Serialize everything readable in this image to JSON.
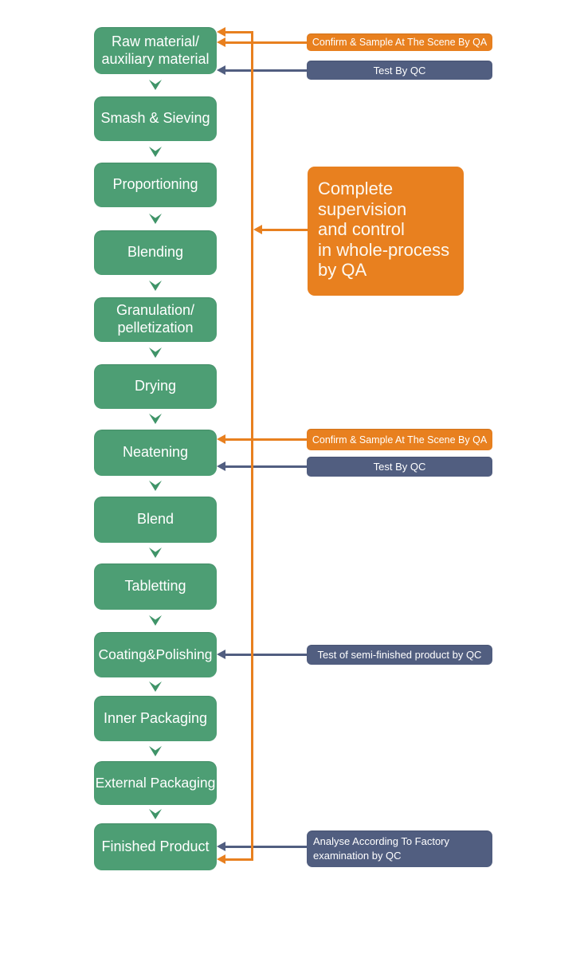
{
  "colors": {
    "green": "#4d9e74",
    "chevron_green": "#3f9468",
    "orange": "#e8801f",
    "navy": "#515e80"
  },
  "flow": {
    "steps": [
      {
        "label": "Raw material/\nauxiliary material"
      },
      {
        "label": "Smash & Sieving"
      },
      {
        "label": "Proportioning"
      },
      {
        "label": "Blending"
      },
      {
        "label": "Granulation/\npelletization"
      },
      {
        "label": "Drying"
      },
      {
        "label": "Neatening"
      },
      {
        "label": "Blend"
      },
      {
        "label": "Tabletting"
      },
      {
        "label": "Coating&Polishing"
      },
      {
        "label": "Inner Packaging"
      },
      {
        "label": "External Packaging"
      },
      {
        "label": "Finished Product"
      }
    ]
  },
  "annotations": {
    "qa_confirm_1": "Confirm & Sample At The Scene By QA",
    "qc_test_1": "Test By QC",
    "qa_supervision": "Complete\nsupervision\nand control\nin whole-process\nby QA",
    "qa_confirm_2": "Confirm & Sample At The Scene By QA",
    "qc_test_2": "Test By QC",
    "qc_semi_finished": "Test of semi-finished product by QC",
    "qc_final": "Analyse According To Factory\nexamination by QC"
  }
}
